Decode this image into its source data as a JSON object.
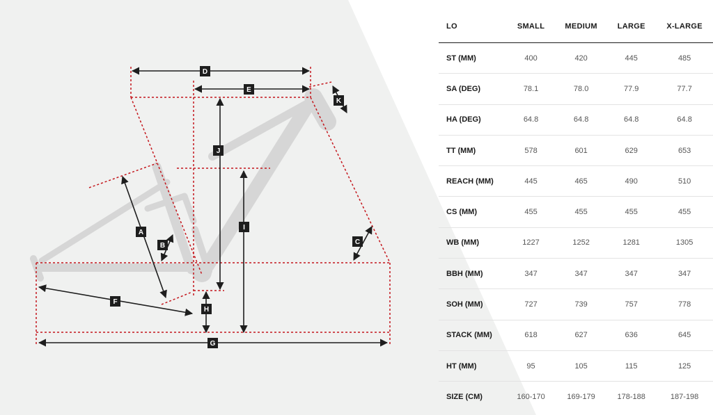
{
  "colors": {
    "background_panel": "#f0f1f0",
    "frame": "#d6d6d6",
    "guide_lines": "#c4161c",
    "arrows": "#1e1e1e",
    "label_box": "#1e1e1e"
  },
  "diagram_labels": {
    "A": "A",
    "B": "B",
    "C": "C",
    "D": "D",
    "E": "E",
    "F": "F",
    "G": "G",
    "H": "H",
    "I": "I",
    "J": "J",
    "K": "K"
  },
  "table": {
    "corner": "LO",
    "sizes": [
      "SMALL",
      "MEDIUM",
      "LARGE",
      "X-LARGE"
    ],
    "rows": [
      {
        "label": "ST (MM)",
        "values": [
          "400",
          "420",
          "445",
          "485"
        ]
      },
      {
        "label": "SA (DEG)",
        "values": [
          "78.1",
          "78.0",
          "77.9",
          "77.7"
        ]
      },
      {
        "label": "HA (DEG)",
        "values": [
          "64.8",
          "64.8",
          "64.8",
          "64.8"
        ]
      },
      {
        "label": "TT (MM)",
        "values": [
          "578",
          "601",
          "629",
          "653"
        ]
      },
      {
        "label": "REACH (MM)",
        "values": [
          "445",
          "465",
          "490",
          "510"
        ]
      },
      {
        "label": "CS (MM)",
        "values": [
          "455",
          "455",
          "455",
          "455"
        ]
      },
      {
        "label": "WB (MM)",
        "values": [
          "1227",
          "1252",
          "1281",
          "1305"
        ]
      },
      {
        "label": "BBH (MM)",
        "values": [
          "347",
          "347",
          "347",
          "347"
        ]
      },
      {
        "label": "SOH (MM)",
        "values": [
          "727",
          "739",
          "757",
          "778"
        ]
      },
      {
        "label": "STACK (MM)",
        "values": [
          "618",
          "627",
          "636",
          "645"
        ]
      },
      {
        "label": "HT (MM)",
        "values": [
          "95",
          "105",
          "115",
          "125"
        ]
      },
      {
        "label": "SIZE (CM)",
        "values": [
          "160-170",
          "169-179",
          "178-188",
          "187-198"
        ]
      }
    ]
  }
}
